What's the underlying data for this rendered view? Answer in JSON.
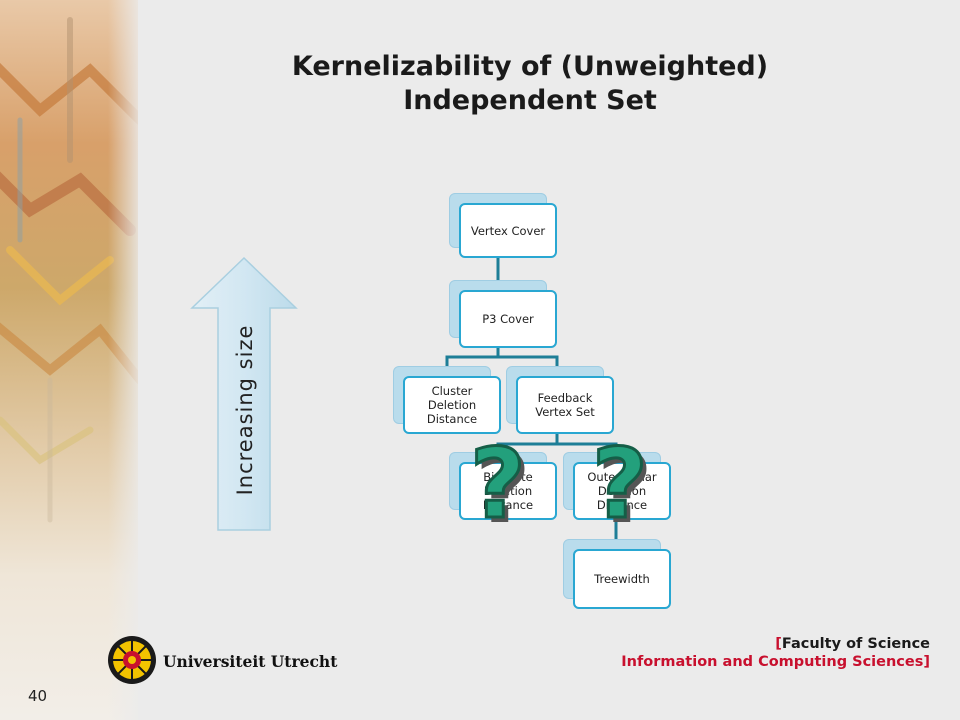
{
  "slide": {
    "title_line1": "Kernelizability of (Unweighted)",
    "title_line2": "Independent Set",
    "arrow_label": "Increasing size",
    "page_number": "40"
  },
  "diagram": {
    "nodes": [
      {
        "id": "vc",
        "label": "Vertex Cover"
      },
      {
        "id": "p3",
        "label": "P3 Cover"
      },
      {
        "id": "cdd",
        "label": "Cluster Deletion Distance"
      },
      {
        "id": "fvs",
        "label": "Feedback Vertex Set"
      },
      {
        "id": "bdd",
        "label": "Bipartite Deletion Distance"
      },
      {
        "id": "odd",
        "label": "Outerplanar Deletion Distance"
      },
      {
        "id": "tw",
        "label": "Treewidth"
      }
    ],
    "edges": [
      {
        "from": "vc",
        "to": "p3"
      },
      {
        "from": "p3",
        "to": "cdd"
      },
      {
        "from": "p3",
        "to": "fvs"
      },
      {
        "from": "fvs",
        "to": "bdd"
      },
      {
        "from": "fvs",
        "to": "odd"
      },
      {
        "from": "odd",
        "to": "tw"
      }
    ],
    "question_marks": [
      "?",
      "?"
    ]
  },
  "footer": {
    "university": "Universiteit Utrecht",
    "faculty_open": "[",
    "faculty_name": "Faculty of Science",
    "department": "Information and Computing Sciences",
    "department_close": "]"
  },
  "colors": {
    "node_border": "#29a7d2",
    "node_back": "#b9dcec",
    "connector": "#1d7e97",
    "question_mark": "#23a07c",
    "arrow_fill": "#cfe6f2",
    "faculty_red": "#c8102e"
  }
}
